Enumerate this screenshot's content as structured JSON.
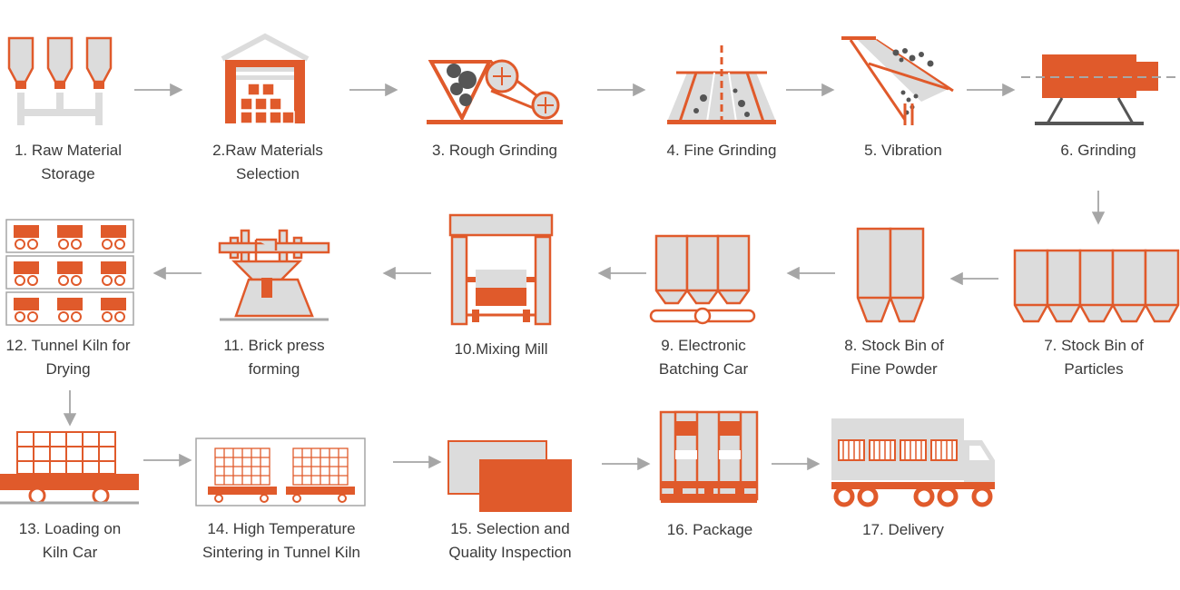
{
  "colors": {
    "accent": "#e05a2b",
    "fill": "#dcdcdc",
    "arrow": "#a6a6a6",
    "text": "#3a3a3a"
  },
  "steps": [
    {
      "id": 1,
      "label": "1.  Raw Material\nStorage",
      "icon": "silos-icon"
    },
    {
      "id": 2,
      "label": "2.Raw Materials\nSelection",
      "icon": "warehouse-icon"
    },
    {
      "id": 3,
      "label": "3. Rough Grinding",
      "icon": "rough-crusher-icon"
    },
    {
      "id": 4,
      "label": "4.  Fine Grinding",
      "icon": "fine-grinder-icon"
    },
    {
      "id": 5,
      "label": "5. Vibration",
      "icon": "vibrating-screen-icon"
    },
    {
      "id": 6,
      "label": "6. Grinding",
      "icon": "ball-mill-icon"
    },
    {
      "id": 7,
      "label": "7. Stock Bin of\nParticles",
      "icon": "particle-bins-icon"
    },
    {
      "id": 8,
      "label": "8. Stock Bin of\nFine Powder",
      "icon": "powder-bins-icon"
    },
    {
      "id": 9,
      "label": "9. Electronic\nBatching Car",
      "icon": "batching-car-icon"
    },
    {
      "id": 10,
      "label": "10.Mixing Mill",
      "icon": "mixing-mill-icon"
    },
    {
      "id": 11,
      "label": "11. Brick press\nforming",
      "icon": "brick-press-icon"
    },
    {
      "id": 12,
      "label": "12. Tunnel Kiln for\nDrying",
      "icon": "drying-kiln-icon"
    },
    {
      "id": 13,
      "label": "13. Loading on\nKiln Car",
      "icon": "kiln-car-icon"
    },
    {
      "id": 14,
      "label": "14. High Temperature\nSintering in Tunnel Kiln",
      "icon": "sintering-kiln-icon"
    },
    {
      "id": 15,
      "label": "15. Selection and\nQuality Inspection",
      "icon": "inspection-icon"
    },
    {
      "id": 16,
      "label": "16. Package",
      "icon": "package-icon"
    },
    {
      "id": 17,
      "label": "17. Delivery",
      "icon": "truck-icon"
    }
  ]
}
